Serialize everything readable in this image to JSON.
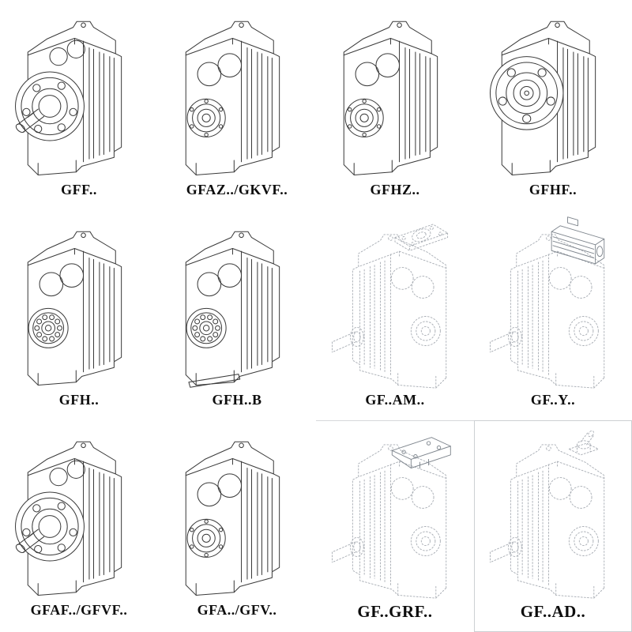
{
  "page": {
    "kind": "gearbox-catalog-grid",
    "colors": {
      "background": "#ffffff",
      "solid_line": "#3a3a3a",
      "dashed_line": "#a8adb4"
    }
  },
  "grid": {
    "rows": 3,
    "cols": 4,
    "items": [
      {
        "id": "gff",
        "label": "GFF..",
        "line_style": "solid",
        "drawing": "flange-with-shaft"
      },
      {
        "id": "gfaz-gkvf",
        "label": "GFAZ../GKVF..",
        "line_style": "solid",
        "drawing": "hollow-bore"
      },
      {
        "id": "gfhz",
        "label": "GFHZ..",
        "line_style": "solid",
        "drawing": "hollow-bore"
      },
      {
        "id": "gfhf",
        "label": "GFHF..",
        "line_style": "solid",
        "drawing": "front-flange"
      },
      {
        "id": "gfh",
        "label": "GFH..",
        "line_style": "solid",
        "drawing": "hollow-bore-bearing"
      },
      {
        "id": "gfh-b",
        "label": "GFH..B",
        "line_style": "solid",
        "drawing": "hollow-bore-bearing-base"
      },
      {
        "id": "gf-am",
        "label": "GF..AM..",
        "line_style": "dashed",
        "drawing": "reverse-top-flange-adapter"
      },
      {
        "id": "gf-y",
        "label": "GF..Y..",
        "line_style": "dashed",
        "drawing": "reverse-with-motor"
      },
      {
        "id": "gfaf-gfvf",
        "label": "GFAF../GFVF..",
        "line_style": "solid",
        "drawing": "flange-with-shaft"
      },
      {
        "id": "gfa-gfv",
        "label": "GFA../GFV..",
        "line_style": "solid",
        "drawing": "hollow-bore"
      },
      {
        "id": "gf-grf",
        "label": "GF..GRF..",
        "line_style": "dashed",
        "drawing": "reverse-input-plate"
      },
      {
        "id": "gf-ad",
        "label": "GF..AD..",
        "line_style": "dashed",
        "drawing": "reverse-input-adapter"
      }
    ]
  }
}
